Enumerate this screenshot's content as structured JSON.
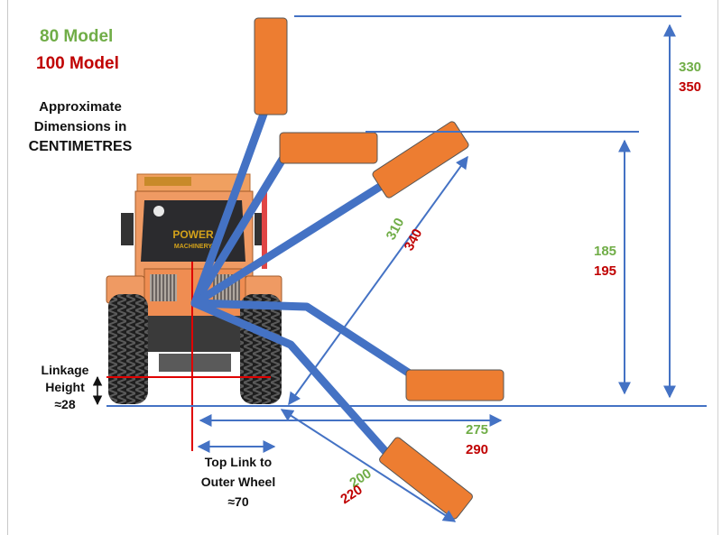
{
  "legend": {
    "model_80": "80 Model",
    "model_100": "100 Model"
  },
  "note": {
    "line1": "Approximate",
    "line2": "Dimensions in",
    "line3": "CENTIMETRES"
  },
  "tractor": {
    "brand_line1": "POWER",
    "brand_line2": "MACHINERY",
    "brand_color": "#d4a21a"
  },
  "colors": {
    "model_80": "#70ad47",
    "model_100": "#c00000",
    "arm": "#4472c4",
    "deck": "#ed7d31",
    "guide": "#e00000"
  },
  "dimensions": {
    "height_max": {
      "model_80": "330",
      "model_100": "350"
    },
    "height_mid": {
      "model_80": "185",
      "model_100": "195"
    },
    "reach_diagonal": {
      "model_80": "310",
      "model_100": "340"
    },
    "reach_horizontal": {
      "model_80": "275",
      "model_100": "290"
    },
    "reach_down": {
      "model_80": "200",
      "model_100": "220"
    },
    "linkage_height": {
      "line1": "Linkage",
      "line2": "Height",
      "value": "≈28"
    },
    "top_link": {
      "line1": "Top Link to",
      "line2": "Outer Wheel",
      "value": "≈70"
    }
  }
}
